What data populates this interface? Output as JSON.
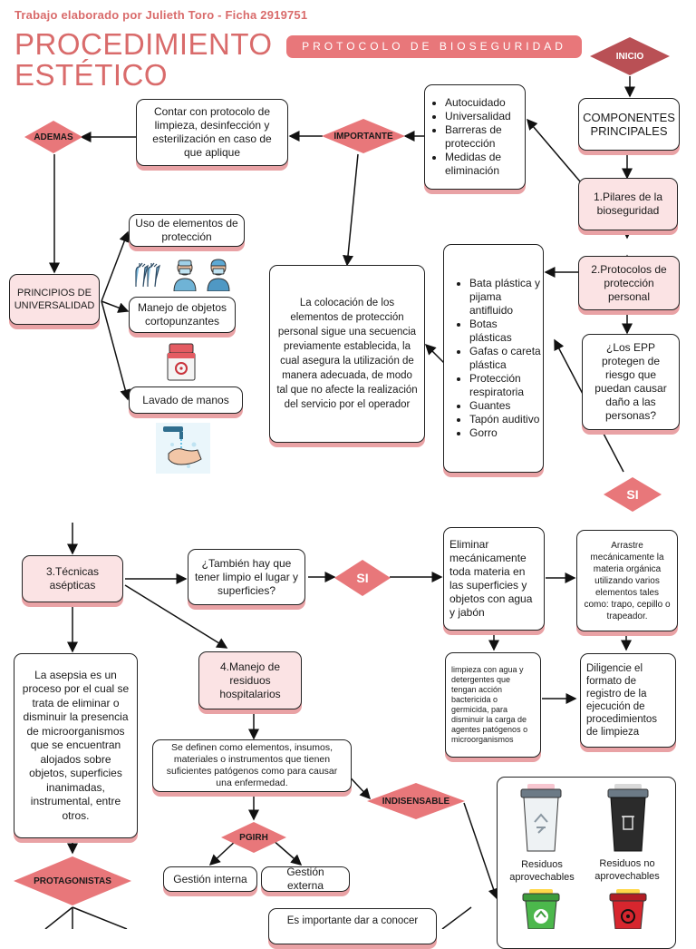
{
  "header": {
    "author": "Trabajo  elaborado por  Julieth Toro - Ficha 2919751",
    "title_line1": "PROCEDIMIENTO",
    "title_line2": "ESTÉTICO",
    "subtitle": "PROTOCOLO DE BIOSEGURIDAD"
  },
  "top": {
    "inicio": "INICIO",
    "componentes": "COMPONENTES PRINCIPALES",
    "pilares": "1.Pilares de la bioseguridad",
    "pilares_list": [
      "Autocuidado",
      "Universalidad",
      "Barreras de protección",
      "Medidas de eliminación"
    ],
    "importante": "IMPORTANTE",
    "protocolo_limpieza": "Contar con protocolo de limpieza, desinfección y esterilización en caso de que aplique",
    "ademas": "ADEMAS",
    "principios": "PRINCIPIOS DE UNIVERSALIDAD",
    "uso_elementos": "Uso de elementos de protección",
    "manejo_objetos": "Manejo de objetos cortopunzantes",
    "lavado": "Lavado de manos",
    "colocacion": "La colocación de los elementos de protección personal sigue una secuencia previamente establecida, la cual asegura la utilización de manera adecuada, de modo tal que no afecte la realización del servicio por el operador",
    "protocolos_epp": "2.Protocolos de protección personal",
    "epp_list": [
      "Bata plástica y pijama antifluido",
      "Botas plásticas",
      "Gafas o careta plástica",
      "Protección respiratoria",
      "Guantes",
      "Tapón auditivo",
      "Gorro"
    ],
    "pregunta_epp": "¿Los EPP protegen de riesgo que puedan causar daño a las personas?",
    "si": "SI"
  },
  "bottom": {
    "tecnicas": "3.Técnicas asépticas",
    "pregunta_limpio": "¿También hay que tener limpio el lugar y superficies?",
    "si": "SI",
    "eliminar": "Eliminar mecánicamente toda materia en las superficies y objetos con agua y jabón",
    "arrastre": "Arrastre mecánicamente la materia orgánica utilizando varios elementos tales como: trapo, cepillo o trapeador.",
    "limpieza_agua": "limpieza con agua y detergentes que tengan acción bactericida o germicida, para disminuir la carga de agentes patógenos o microorganismos",
    "diligencie": "Diligencie el formato de registro de la ejecución de procedimientos de limpieza",
    "asepsia": "La asepsia es un proceso por el cual se trata de eliminar o disminuir la presencia de microorganismos que se encuentran alojados sobre objetos, superficies inanimadas, instrumental, entre otros.",
    "manejo_residuos": "4.Manejo de residuos hospitalarios",
    "definicion": "Se definen como elementos, insumos, materiales o instrumentos que tienen suficientes patógenos como para causar una enfermedad.",
    "indisensable": "INDISENSABLE",
    "pgirh": "PGIRH",
    "gestion_interna": "Gestión interna",
    "gestion_externa": "Gestión externa",
    "protagonistas": "PROTAGONISTAS",
    "importante_dar": "Es importante dar a conocer",
    "residuos_aprovechables": "Residuos aprovechables",
    "residuos_no_aprovechables": "Residuos no aprovechables"
  },
  "colors": {
    "accent": "#e8777a",
    "pink_fill": "#fbe3e4",
    "shadow": "#e9a2a5",
    "title": "#d96b6b",
    "dark_diamond": "#b95055"
  },
  "icons": [
    "gloves-icon",
    "nurse-icon",
    "surgeon-icon",
    "sharps-container-icon",
    "handwashing-icon",
    "recycle-bin-icon",
    "trash-bin-icon",
    "green-recycle-bin-icon",
    "biohazard-bin-icon"
  ]
}
